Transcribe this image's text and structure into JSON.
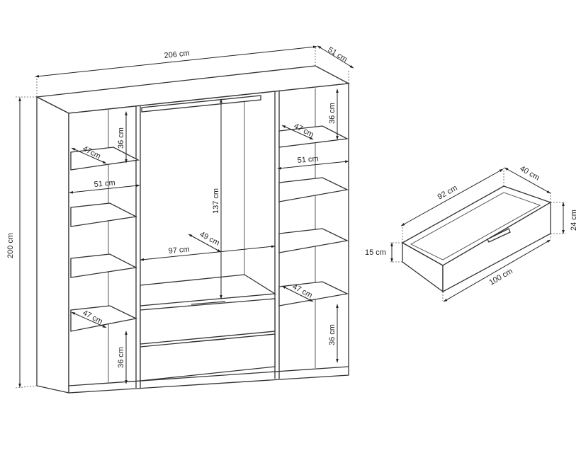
{
  "wardrobe": {
    "width": "206 cm",
    "depth": "51 cm",
    "height": "200 cm",
    "left_top_shelf_height": "36 cm",
    "left_top_shelf_depth": "47cm",
    "left_column_depth": "51 cm",
    "right_top_shelf_height": "36 cm",
    "right_top_shelf_depth": "47 cm",
    "right_column_depth": "51 cm",
    "hanging_height": "137 cm",
    "hanging_depth": "49 cm",
    "hanging_width": "97 cm",
    "left_bottom_shelf_depth": "47 cm",
    "left_bottom_shelf_height": "36 cm",
    "right_bottom_shelf_depth": "47 cm",
    "right_bottom_shelf_height": "36 cm"
  },
  "drawer": {
    "inner_length": "92 cm",
    "depth": "40 cm",
    "front_height": "24 cm",
    "side_height": "15 cm",
    "front_length": "100 cm"
  }
}
